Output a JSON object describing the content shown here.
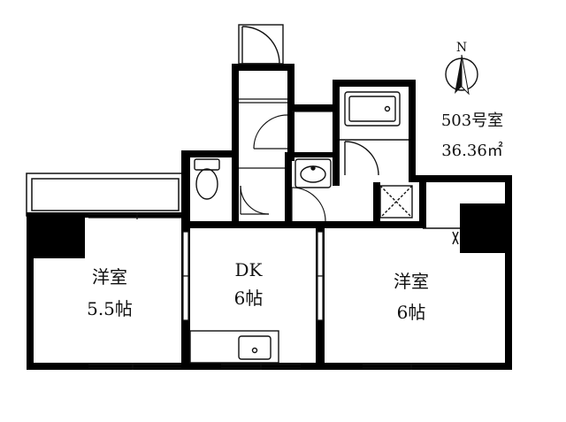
{
  "unit": {
    "room_number": "503号室",
    "area": "36.36㎡"
  },
  "compass": {
    "label": "N"
  },
  "rooms": [
    {
      "name": "洋室",
      "size": "5.5帖"
    },
    {
      "name": "DK",
      "size": "6帖"
    },
    {
      "name": "洋室",
      "size": "6帖"
    }
  ],
  "colors": {
    "wall": "#000000",
    "background": "#ffffff",
    "line": "#111111"
  }
}
